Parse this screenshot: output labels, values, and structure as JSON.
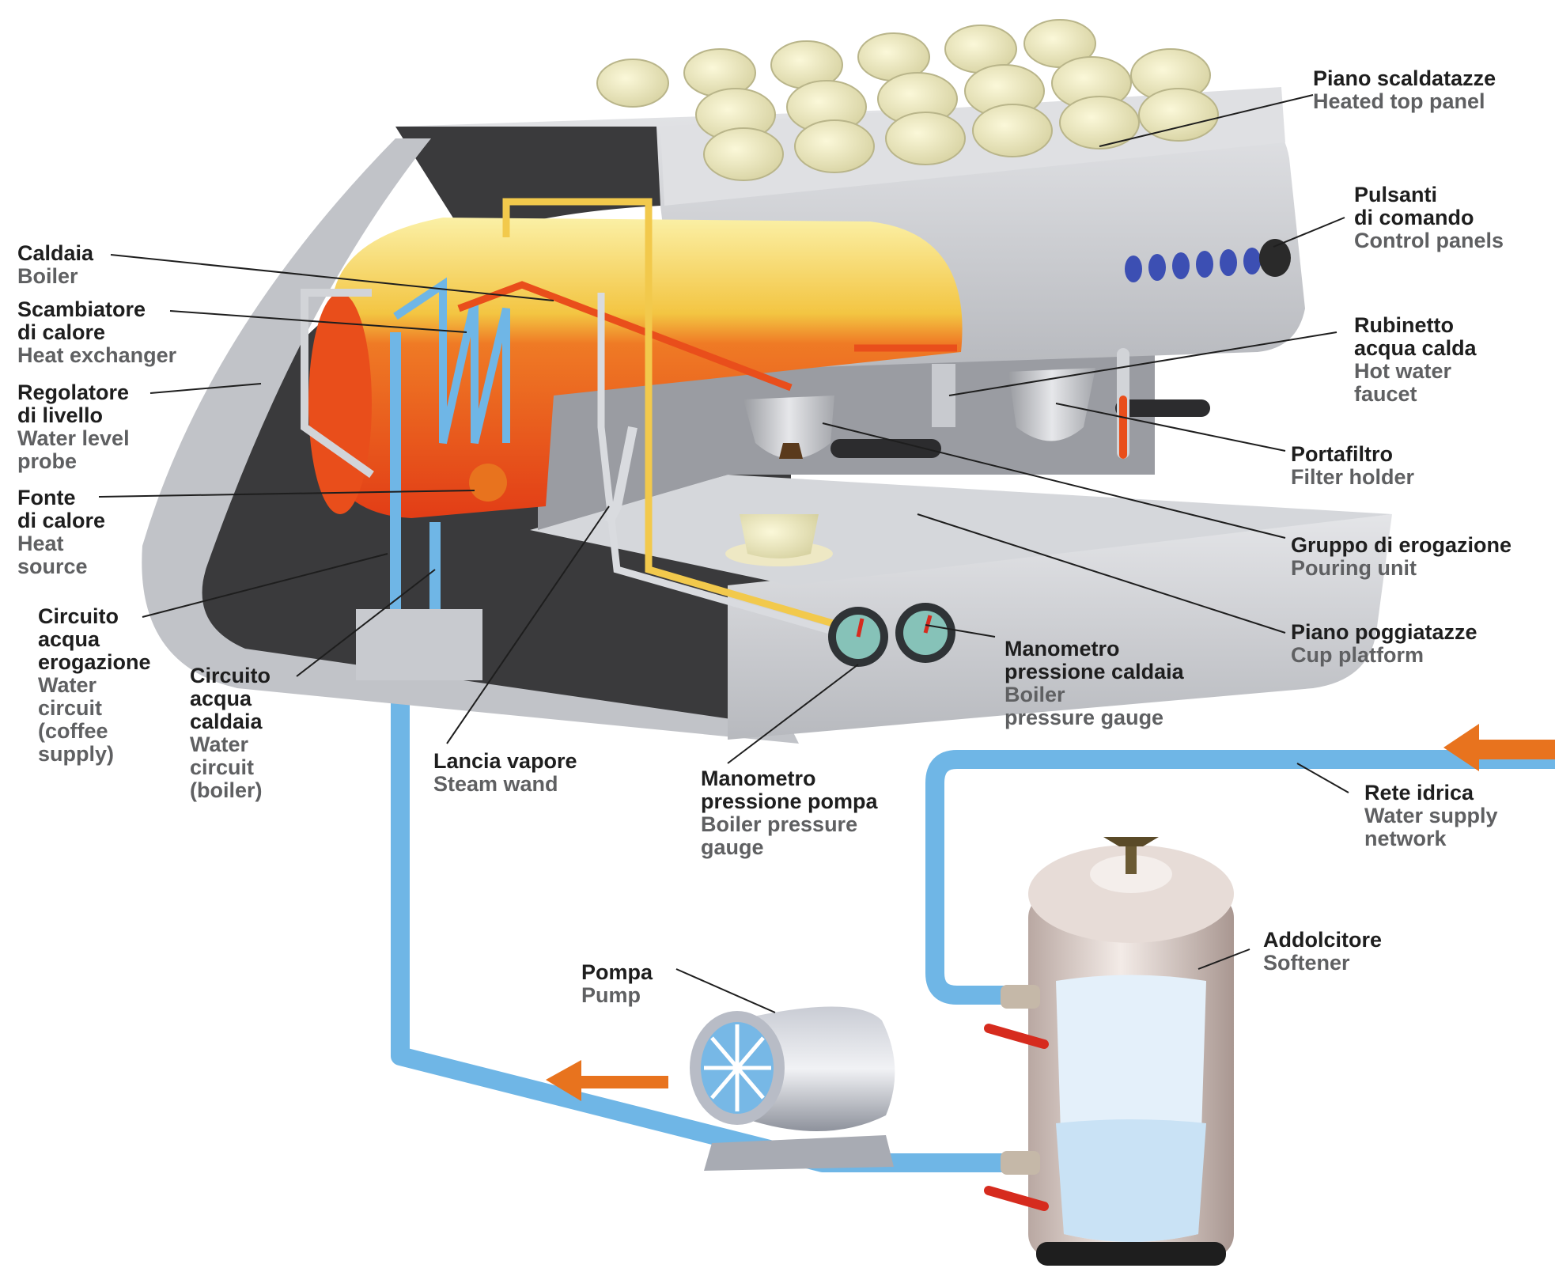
{
  "colors": {
    "label_it": "#1e1e1e",
    "label_en": "#5f6062",
    "water_pipe": "#6fb6e6",
    "arrow": "#e8731e",
    "machine_dark": "#3a3a3c",
    "steel": "#c9cbcf",
    "boiler_hot": "#e94e1b",
    "boiler_foam": "#f5e07a"
  },
  "labels": {
    "heated_top": {
      "it": [
        "Piano scaldatazze"
      ],
      "en": [
        "Heated top panel"
      ]
    },
    "controls": {
      "it": [
        "Pulsanti",
        "di comando"
      ],
      "en": [
        "Control panels"
      ]
    },
    "boiler": {
      "it": [
        "Caldaia"
      ],
      "en": [
        "Boiler"
      ]
    },
    "heat_exchanger": {
      "it": [
        "Scambiatore",
        "di calore"
      ],
      "en": [
        "Heat exchanger"
      ]
    },
    "level_probe": {
      "it": [
        "Regolatore",
        "di livello"
      ],
      "en": [
        "Water level",
        "probe"
      ]
    },
    "heat_source": {
      "it": [
        "Fonte",
        "di calore"
      ],
      "en": [
        "Heat",
        "source"
      ]
    },
    "hot_water_faucet": {
      "it": [
        "Rubinetto",
        "acqua calda"
      ],
      "en": [
        "Hot water",
        "faucet"
      ]
    },
    "filter_holder": {
      "it": [
        "Portafiltro"
      ],
      "en": [
        "Filter holder"
      ]
    },
    "pouring_unit": {
      "it": [
        "Gruppo di erogazione"
      ],
      "en": [
        "Pouring unit"
      ]
    },
    "cup_platform": {
      "it": [
        "Piano poggiatazze"
      ],
      "en": [
        "Cup platform"
      ]
    },
    "water_circuit_coffee": {
      "it": [
        "Circuito",
        "acqua",
        "erogazione"
      ],
      "en": [
        "Water",
        "circuit",
        "(coffee",
        "supply)"
      ]
    },
    "water_circuit_boiler": {
      "it": [
        "Circuito",
        "acqua",
        "caldaia"
      ],
      "en": [
        "Water",
        "circuit",
        "(boiler)"
      ]
    },
    "steam_wand": {
      "it": [
        "Lancia vapore"
      ],
      "en": [
        "Steam wand"
      ]
    },
    "boiler_gauge": {
      "it": [
        "Manometro",
        "pressione caldaia"
      ],
      "en": [
        "Boiler",
        "pressure gauge"
      ]
    },
    "pump_gauge": {
      "it": [
        "Manometro",
        "pressione pompa"
      ],
      "en": [
        "Boiler pressure",
        "gauge"
      ]
    },
    "water_network": {
      "it": [
        "Rete idrica"
      ],
      "en": [
        "Water supply",
        "network"
      ]
    },
    "softener": {
      "it": [
        "Addolcitore"
      ],
      "en": [
        "Softener"
      ]
    },
    "pump": {
      "it": [
        "Pompa"
      ],
      "en": [
        "Pump"
      ]
    }
  }
}
